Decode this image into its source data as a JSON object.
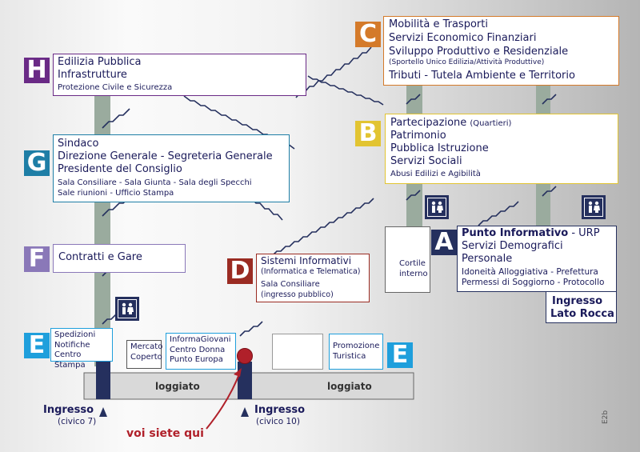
{
  "colors": {
    "H": "#6a2a86",
    "G": "#1e7ea6",
    "F": "#8a78b8",
    "E": "#1f9fdc",
    "D": "#9a2b22",
    "C": "#d47a2a",
    "B": "#e2c431",
    "A": "#25305e",
    "navy": "#25305e",
    "red": "#b0202a",
    "column": "#9aab9e"
  },
  "sections": {
    "H": {
      "letter": "H",
      "line1": "Edilizia Pubblica",
      "line2": "Infrastrutture",
      "sub": "Protezione Civile e Sicurezza"
    },
    "G": {
      "letter": "G",
      "line1": "Sindaco",
      "line2": "Direzione Generale - Segreteria Generale",
      "line3": "Presidente del Consiglio",
      "sub1": "Sala Consiliare - Sala Giunta - Sala degli Specchi",
      "sub2": "Sale riunioni - Ufficio Stampa"
    },
    "F": {
      "letter": "F",
      "line1": "Contratti e Gare"
    },
    "E_left": {
      "letter": "E",
      "lines": [
        "Spedizioni",
        "Notifiche",
        "Centro Stampa"
      ]
    },
    "E_right": {
      "letter": "E",
      "lines": [
        "Promozione",
        "Turistica"
      ]
    },
    "D": {
      "letter": "D",
      "line1": "Sistemi Informativi",
      "line2": "(Informatica e Telematica)",
      "line3": "Sala Consiliare",
      "line4": "(ingresso pubblico)"
    },
    "C": {
      "letter": "C",
      "line1": "Mobilità e Trasporti",
      "line2": "Servizi Economico Finanziari",
      "line3": "Sviluppo Produttivo e Residenziale",
      "sub": "(Sportello Unico Edilizia/Attività Produttive)",
      "line4": "Tributi - Tutela Ambiente e Territorio"
    },
    "B": {
      "letter": "B",
      "line1": "Partecipazione",
      "line1_sub": "(Quartieri)",
      "line2": "Patrimonio",
      "line3": "Pubblica Istruzione",
      "line4": "Servizi Sociali",
      "sub": "Abusi Edilizi e Agibilità"
    },
    "A": {
      "letter": "A",
      "line1_bold": "Punto Informativo",
      "line1_rest": " - URP",
      "line2": "Servizi Demografici",
      "line3": "Personale",
      "sub1": "Idoneità Alloggiativa - Prefettura",
      "sub2": "Permessi di Soggiorno - Protocollo"
    }
  },
  "ground": {
    "mercato": [
      "Mercato",
      "Coperto"
    ],
    "informa": [
      "InformaGiovani",
      "Centro Donna",
      "Punto Europa"
    ],
    "cortile": [
      "Cortile",
      "interno"
    ],
    "loggiato": "loggiato"
  },
  "entrances": {
    "civico7": {
      "title": "Ingresso",
      "sub": "(civico 7)"
    },
    "civico10": {
      "title": "Ingresso",
      "sub": "(civico 10)"
    },
    "rocca": {
      "title": "Ingresso",
      "sub": "Lato Rocca"
    }
  },
  "you_are_here": "voi siete qui",
  "code": "E2b"
}
